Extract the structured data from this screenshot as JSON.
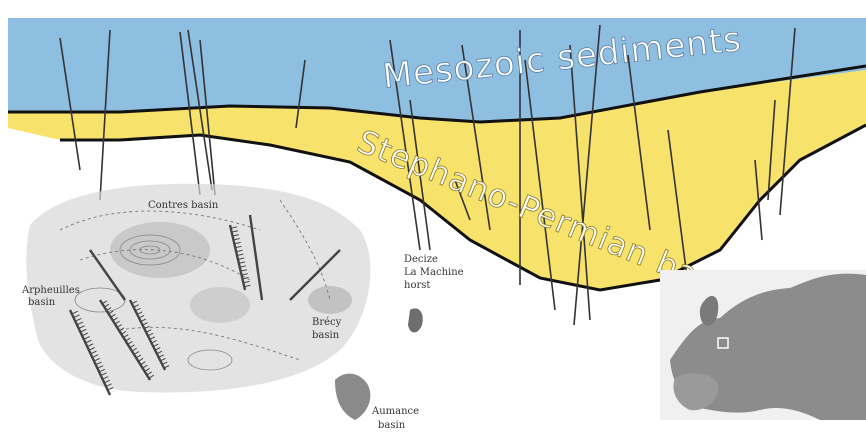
{
  "diagram": {
    "layers": {
      "mesozoic": {
        "label": "Mesozoic sediments",
        "color": "#8fbfe0"
      },
      "stephano": {
        "label": "Stephano-Permian basin",
        "color": "#f7e26b"
      }
    },
    "map_labels": {
      "contres": "Contres basin",
      "arpheuilles_1": "Arpheuilles",
      "arpheuilles_2": "basin",
      "decize_1": "Decize",
      "decize_2": "La Machine",
      "decize_3": "horst",
      "brecy_1": "Brécy",
      "brecy_2": "basin",
      "aumance_1": "Aumance",
      "aumance_2": "basin"
    },
    "colors": {
      "outline": "#111111",
      "fault": "#333333",
      "map_grey": "#9a9a9a"
    }
  }
}
